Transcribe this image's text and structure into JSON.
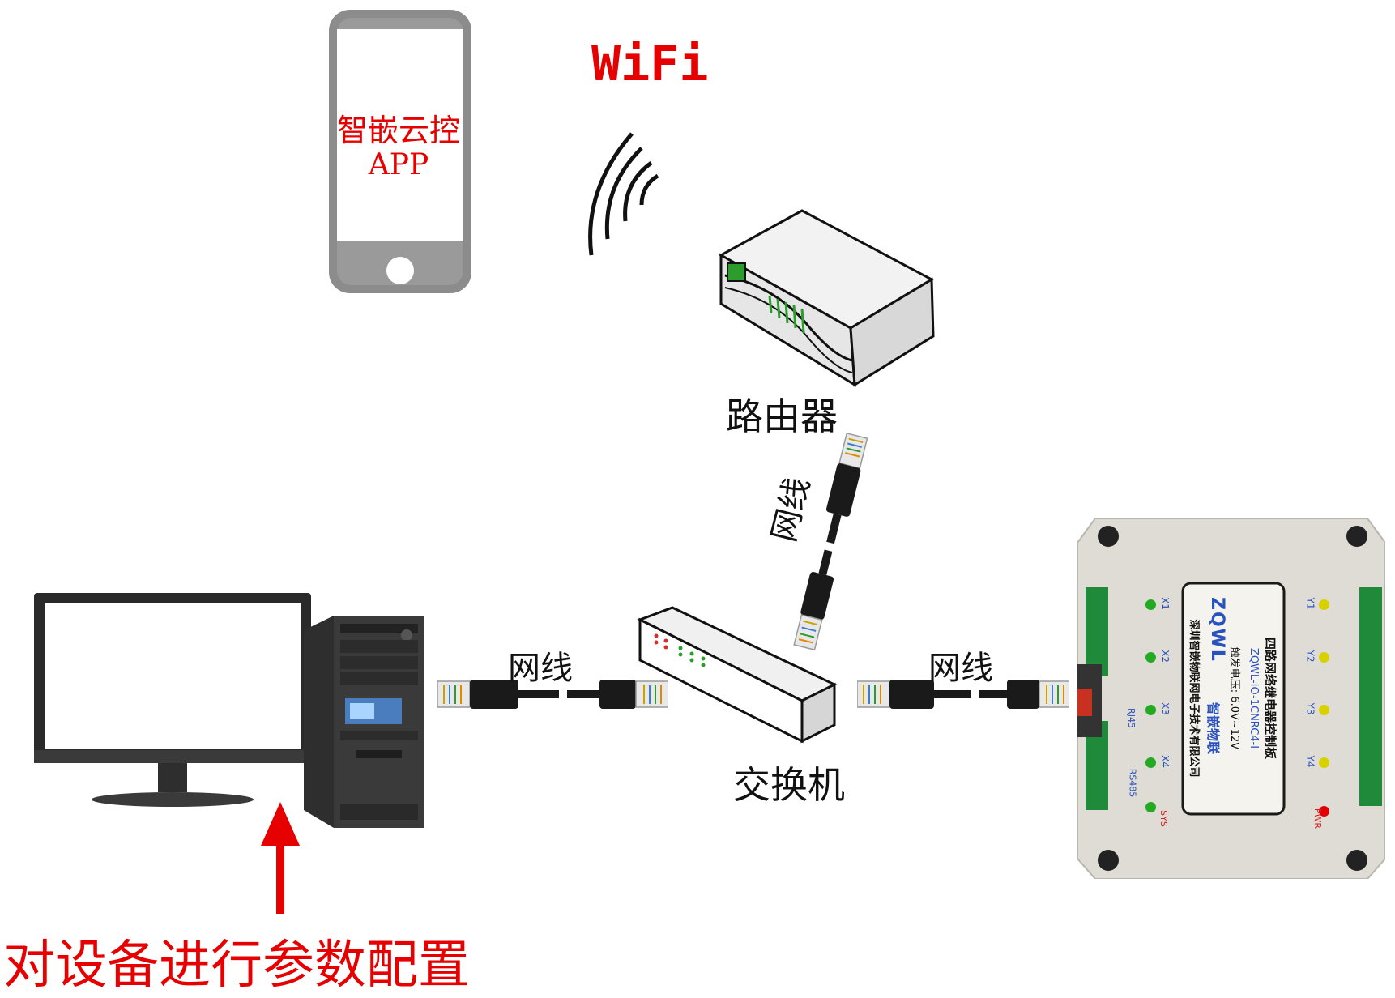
{
  "phone": {
    "app_line1": "智嵌云控",
    "app_line2": "APP"
  },
  "wifi": {
    "label": "WiFi"
  },
  "router": {
    "label": "路由器"
  },
  "switch": {
    "label": "交换机"
  },
  "cables": {
    "left": "网线",
    "right": "网线",
    "vertical": "网线"
  },
  "device": {
    "brand": "ZQWL",
    "brand_cn": "智嵌物联",
    "title": "四路网络继电器控制板",
    "model": "ZQWL-IO-1CNRC4-I",
    "voltage": "触发电压: 6.0V~12V",
    "company": "深圳智嵌物联网电子技术有限公司",
    "inputs": [
      "X1",
      "X2",
      "X3",
      "X4"
    ],
    "outputs": [
      "Y1",
      "Y2",
      "Y3",
      "Y4"
    ],
    "port_rj45": "RJ45",
    "port_rs485": "RS485",
    "led_sys": "SYS",
    "led_pwr": "PWR"
  },
  "caption": {
    "text": "对设备进行参数配置"
  },
  "colors": {
    "accent_red": "#e60000",
    "led_green": "#22aa22",
    "led_yellow": "#d9d000"
  }
}
